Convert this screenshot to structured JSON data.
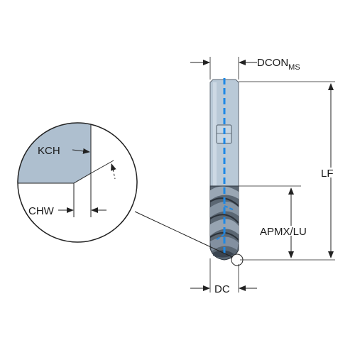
{
  "labels": {
    "dcon": "DCON",
    "dcon_sub": "MS",
    "lf": "LF",
    "apmx_lu": "APMX/LU",
    "dc": "DC",
    "kch": "KCH",
    "chw": "CHW"
  },
  "colors": {
    "shank_fill": "#b9c9d7",
    "shank_outline": "#5a6570",
    "flute_dark": "#3a4450",
    "flute_light": "#9aa7b4",
    "coolant": "#1e88e5",
    "detail_fill": "#aebfcf",
    "line": "#222222"
  }
}
